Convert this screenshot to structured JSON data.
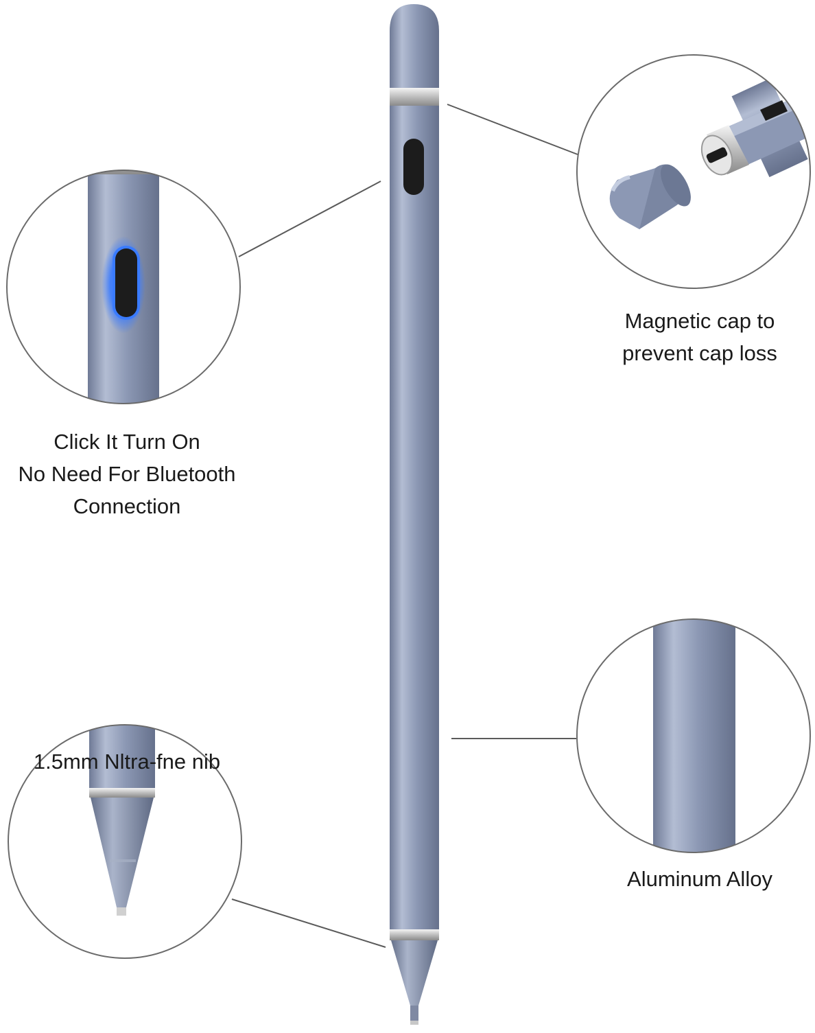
{
  "features": {
    "button": {
      "lines": [
        "Click It Turn On",
        "No Need For Bluetooth",
        "Connection"
      ]
    },
    "cap": {
      "lines": [
        "Magnetic cap to",
        "prevent cap loss"
      ]
    },
    "alloy": {
      "lines": [
        "Aluminum Alloy"
      ]
    },
    "nib": {
      "lines": [
        "1.5mm Nltra-fne nib"
      ]
    }
  },
  "colors": {
    "pen_body": "#8c98b4",
    "pen_shadow": "#6f7a96",
    "pen_highlight": "#b3bdd3",
    "silver_ring": "#d8d8d8",
    "button_black": "#1c1c1c",
    "button_glow": "#3a7bff",
    "circle_outline": "#6b6b6b",
    "leader_line": "#5a5a5a"
  }
}
